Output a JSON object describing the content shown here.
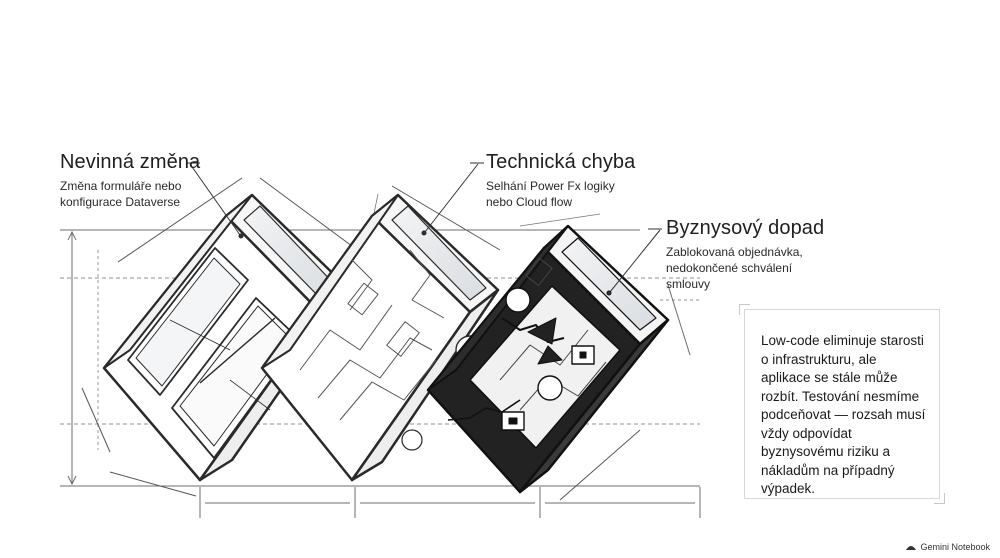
{
  "labels": [
    {
      "title": "Nevinná změna",
      "desc": "Změna formuláře nebo konfigurace Dataverse"
    },
    {
      "title": "Technická chyba",
      "desc": "Selhání Power Fx logiky nebo Cloud flow"
    },
    {
      "title": "Byznysový dopad",
      "desc": "Zablokovaná objednávka, nedokončené schválení smlouvy"
    }
  ],
  "callout": {
    "text": "Low-code eliminuje starosti o infrastrukturu, ale aplikace se stále může rozbít. Testování nesmíme podceňovat — rozsah musí vždy odpovídat byznysovému riziku a nákladům na případný výpadek."
  },
  "brand": {
    "text": "Gemini Notebook",
    "icon": "gemini-notebook-icon"
  },
  "colors": {
    "ink": "#1f1f1f",
    "dark_fill": "#222222",
    "glass": "#e9ecef",
    "guide": "#8a8a8a"
  }
}
